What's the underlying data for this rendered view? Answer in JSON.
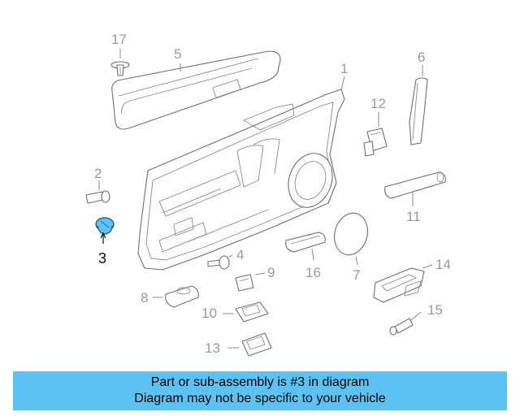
{
  "labels": {
    "p1": "1",
    "p2": "2",
    "p3": "3",
    "p4": "4",
    "p5": "5",
    "p6": "6",
    "p7": "7",
    "p8": "8",
    "p9": "9",
    "p10": "10",
    "p11": "11",
    "p12": "12",
    "p13": "13",
    "p14": "14",
    "p15": "15",
    "p16": "16",
    "p17": "17"
  },
  "highlight": {
    "part_number": "3",
    "color": "#5bc2f2"
  },
  "banner": {
    "line1": "Part or sub-assembly is #3 in diagram",
    "line2": "Diagram may not be specific to your vehicle",
    "color": "#5bc2f2"
  }
}
